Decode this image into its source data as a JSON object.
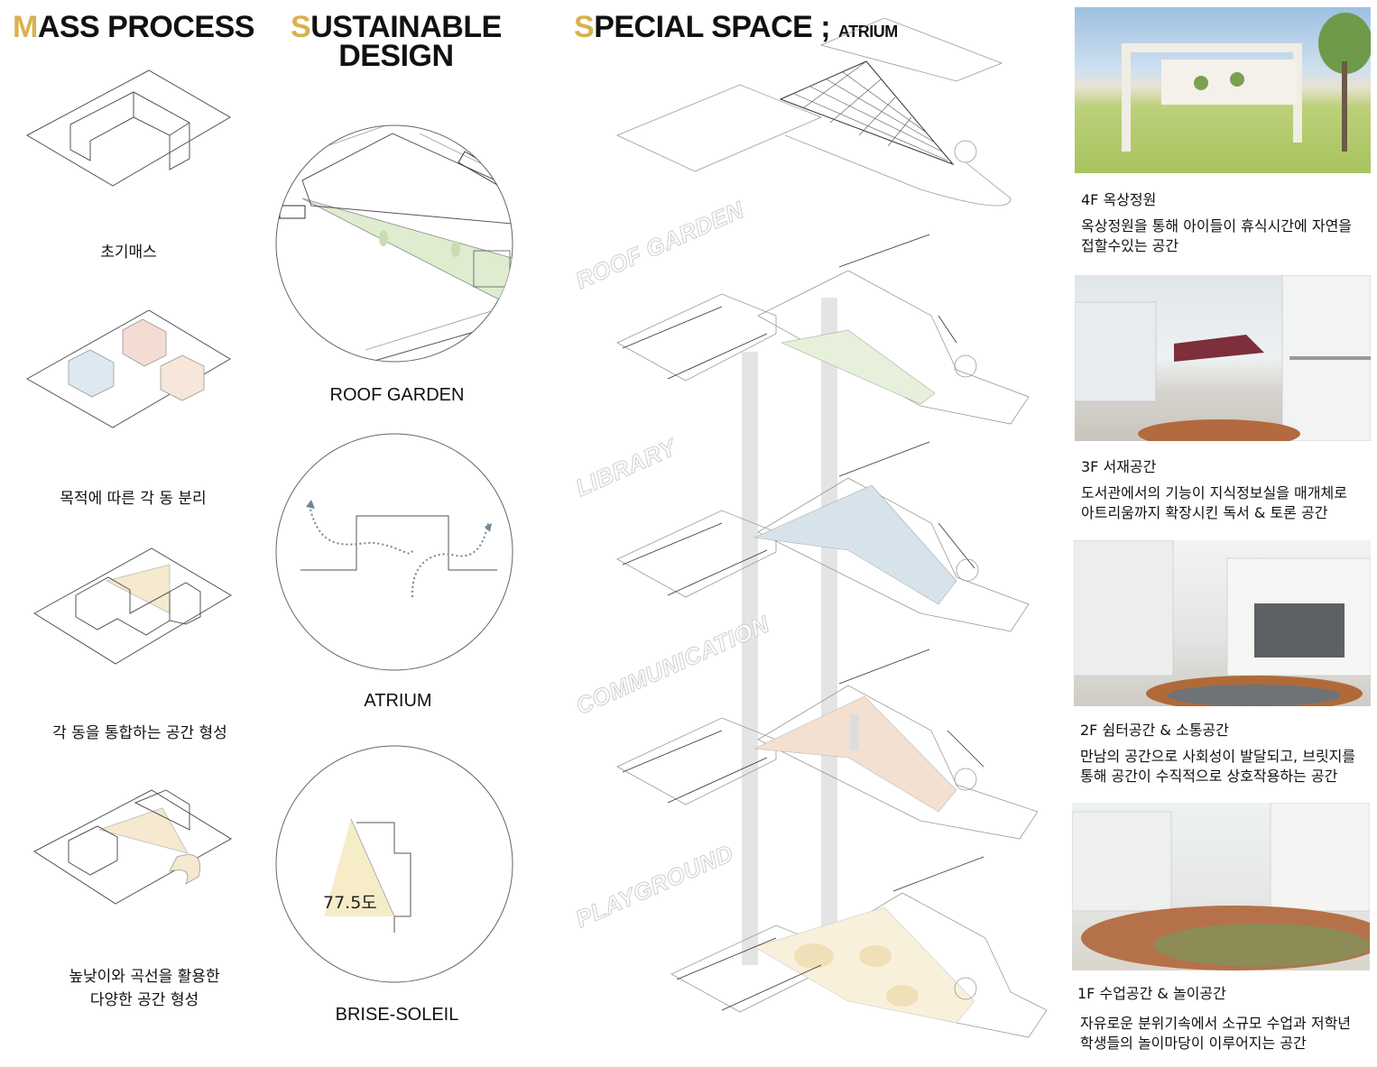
{
  "columns": {
    "mass": {
      "title_first": "M",
      "title_rest": "ASS PROCESS"
    },
    "sustainable": {
      "title_first": "S",
      "title_line1_rest": "USTAINABLE",
      "title_line2": "DESIGN"
    },
    "special": {
      "title_first": "S",
      "title_rest": "PECIAL SPACE ;",
      "title_small": "ATRIUM"
    }
  },
  "mass_steps": [
    {
      "caption": "초기매스"
    },
    {
      "caption": "목적에 따른 각 동 분리"
    },
    {
      "caption": "각 동을 통합하는 공간 형성"
    },
    {
      "caption_line1": "높낮이와 곡선을 활용한",
      "caption_line2": "다양한 공간 형성"
    }
  ],
  "sustainable_items": [
    {
      "label": "ROOF GARDEN"
    },
    {
      "label": "ATRIUM"
    },
    {
      "label": "BRISE-SOLEIL",
      "angle_label": "77.5도"
    }
  ],
  "axon_labels": [
    "ROOF GARDEN",
    "LIBRARY",
    "COMMUNICATION",
    "PLAYGROUND"
  ],
  "floors": [
    {
      "title": "4F 옥상정원",
      "desc": "옥상정원을 통해 아이들이 휴식시간에 자연을\n접할수있는 공간"
    },
    {
      "title": "3F 서재공간",
      "desc": "도서관에서의 기능이 지식정보실을 매개체로\n아트리움까지 확장시킨 독서 & 토론 공간"
    },
    {
      "title": "2F 쉼터공간 & 소통공간",
      "desc": "만남의 공간으로 사회성이 발달되고, 브릿지를\n통해 공간이 수직적으로 상호작용하는 공간"
    },
    {
      "title": "1F 수업공간 & 놀이공간",
      "desc": "자유로운 분위기속에서 소규모 수업과 저학년\n학생들의 놀이마당이 이루어지는 공간"
    }
  ],
  "colors": {
    "accent": "#d8b24e",
    "green_tint": "#dfeccf",
    "blue_tint": "#cfdde6",
    "peach_tint": "#f3dcc9",
    "yellow_tint": "#f7ecc8"
  }
}
